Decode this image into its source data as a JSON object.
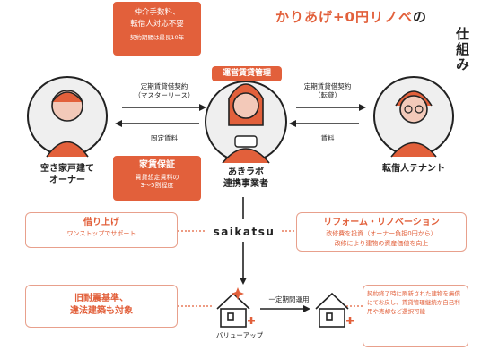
{
  "title": {
    "line1_orange": "かりあげ+0円リノベ",
    "line1_black": "の",
    "vertical": "仕組み"
  },
  "fee_box": {
    "line1": "仲介手数料、",
    "line2": "転借人対応不要",
    "note": "契約期間は最長10年"
  },
  "guarantee_box": {
    "title": "家賃保証",
    "line1": "賃貸想定賃料の",
    "line2": "3〜5割程度"
  },
  "management_label": "運営賃貸管理",
  "left_contract": {
    "line1": "定期賃貸借契約",
    "line2": "（マスターリース）"
  },
  "left_rent": "固定賃料",
  "right_contract": {
    "line1": "定期賃貸借契約",
    "line2": "（転貸）"
  },
  "right_rent": "賃料",
  "owner": {
    "line1": "空き家戸建て",
    "line2": "オーナー"
  },
  "operator": {
    "line1": "あきラボ",
    "line2": "連携事業者"
  },
  "tenant": {
    "line1": "転借人テナント"
  },
  "brand": "saikatsu",
  "left_box1": {
    "title": "借り上げ",
    "sub": "ワンストップでサポート"
  },
  "left_box2": {
    "line1": "旧耐震基準、",
    "line2": "違法建築も対象"
  },
  "right_box1": {
    "title": "リフォーム・リノベーション",
    "line1": "改修費を投資（オーナー負担0円から）",
    "line2": "改修により建物の資産価値を向上"
  },
  "right_box2": {
    "text": "契約終了時に刷新された建物を無償にてお戻し、賃貸管理継続か自己利用や売却など選択可能"
  },
  "value_up": "バリューアップ",
  "fixed_term": "一定期間運用",
  "colors": {
    "accent": "#e2603b",
    "ink": "#222222",
    "face": "#efefef"
  }
}
